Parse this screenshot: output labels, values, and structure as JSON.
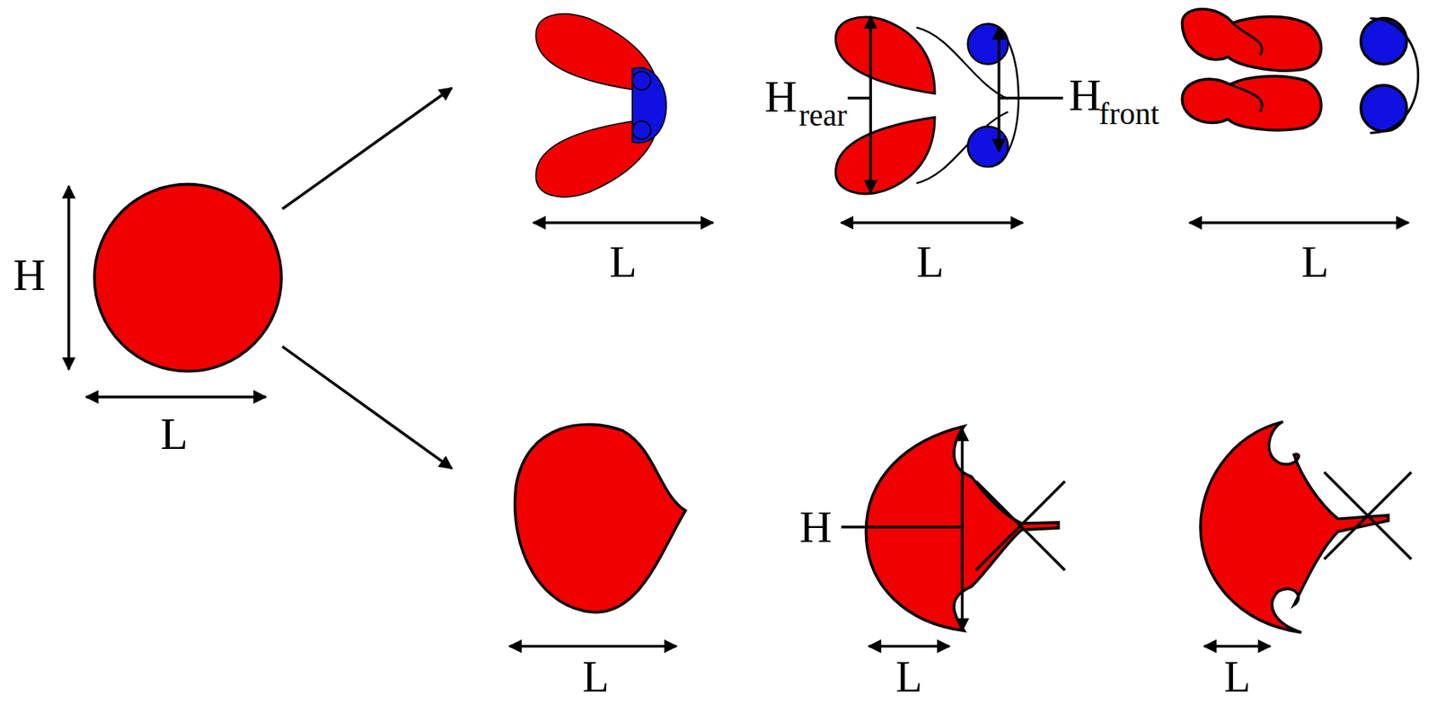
{
  "diagram": {
    "labels": [
      "H",
      "L",
      "H",
      "rear",
      "H",
      "front",
      "L",
      "L",
      "L",
      "H",
      "L",
      "L",
      "L"
    ]
  }
}
